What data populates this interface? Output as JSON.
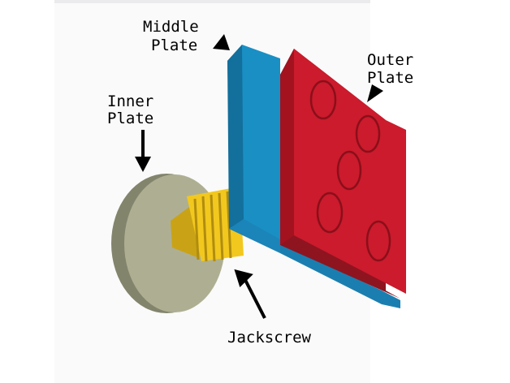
{
  "labels": {
    "middle_plate": [
      "Middle",
      "Plate"
    ],
    "outer_plate": [
      "Outer",
      "Plate"
    ],
    "inner_plate": [
      "Inner",
      "Plate"
    ],
    "jackscrew": "Jackscrew"
  },
  "colors": {
    "outer_plate": "#c8192b",
    "middle_plate": "#1a8fc4",
    "jackscrew": "#f2c81e",
    "inner_plate": "#a9aa8c"
  }
}
